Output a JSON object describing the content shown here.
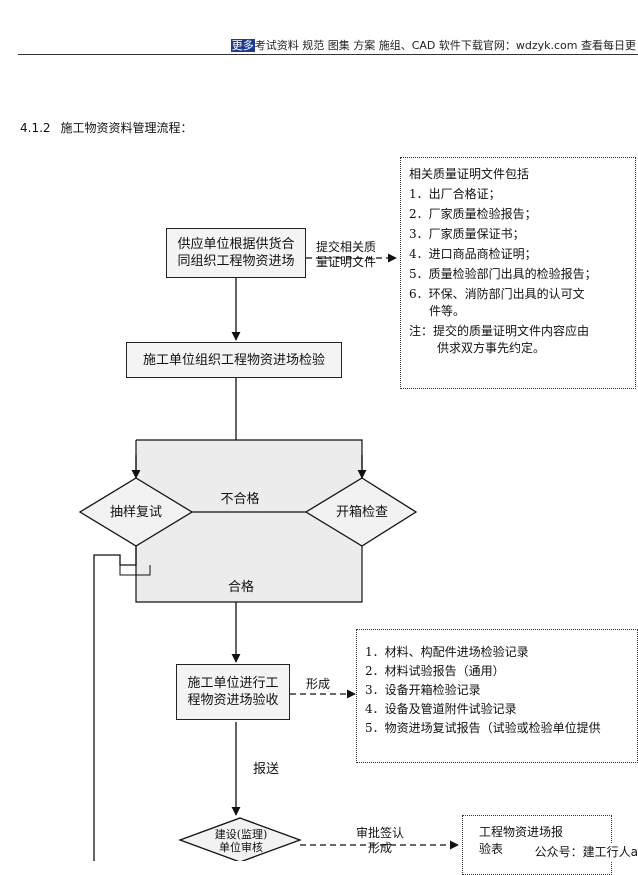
{
  "header": {
    "more_label": "更多",
    "text": "考试资料 规范 图集 方案 施组、CAD 软件下载官网：wdzyk.com 查看每日更"
  },
  "section": {
    "number": "4.1.2",
    "title": "施工物资资料管理流程："
  },
  "flow": {
    "supplier_box": [
      "供应单位根据供货合",
      "同组织工程物资进场"
    ],
    "submit_label": [
      "提交相关质",
      "量证明文件"
    ],
    "quality_docs": {
      "heading": "相关质量证明文件包括",
      "items": [
        "1．出厂合格证；",
        "2．厂家质量检验报告；",
        "3．厂家质量保证书；",
        "4．进口商品商检证明；",
        "5．质量检验部门出具的检验报告；",
        "6．环保、消防部门出具的认可文",
        "件等。"
      ],
      "note": [
        "注：提交的质量证明文件内容应由",
        "供求双方事先约定。"
      ]
    },
    "inspection_box": "施工单位组织工程物资进场检验",
    "sampling_retest": "抽样复试",
    "unpacking_check": "开箱检查",
    "fail_label": "不合格",
    "pass_label": "合格",
    "acceptance_box": [
      "施工单位进行工",
      "程物资进场验收"
    ],
    "form_label": "形成",
    "records": [
      "1．材料、构配件进场检验记录",
      "2．材料试验报告（通用）",
      "3．设备开箱检验记录",
      "4．设备及管道附件试验记录",
      "5．物资进场复试报告（试验或检验单位提供"
    ],
    "report_label": "报送",
    "supervision": [
      "建设(监理)",
      "单位审核"
    ],
    "approve_label": [
      "审批签认",
      "形成"
    ],
    "entry_report": [
      "工程物资进场报",
      "验表"
    ]
  },
  "footer": {
    "wechat": "公众号：建工行人a"
  }
}
